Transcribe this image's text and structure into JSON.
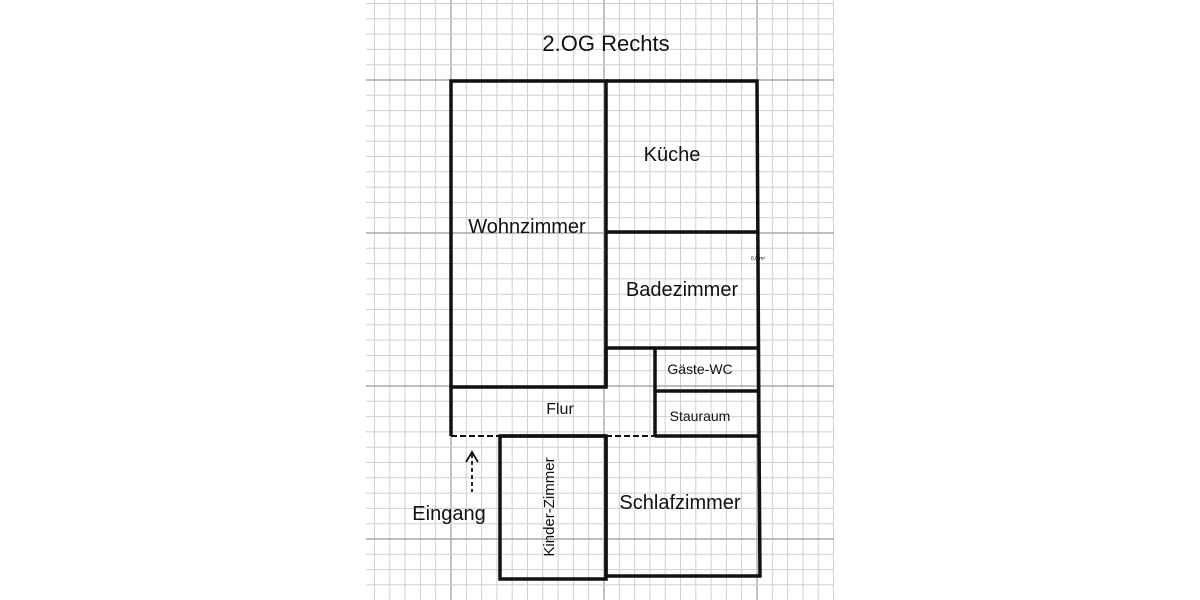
{
  "title": "2.OG Rechts",
  "rooms": {
    "wohnzimmer": "Wohnzimmer",
    "kueche": "Küche",
    "badezimmer": "Badezimmer",
    "gaeste_wc": "Gäste-WC",
    "flur": "Flur",
    "stauraum": "Stauraum",
    "kinderzimmer": "Kinder-Zimmer",
    "schlafzimmer": "Schlafzimmer"
  },
  "entrance_label": "Eingang",
  "area_note": "0,0 m²",
  "colors": {
    "wall": "#111111",
    "grid_minor": "#cfcfcf",
    "grid_major": "#a8a8a8",
    "background": "#ffffff"
  }
}
